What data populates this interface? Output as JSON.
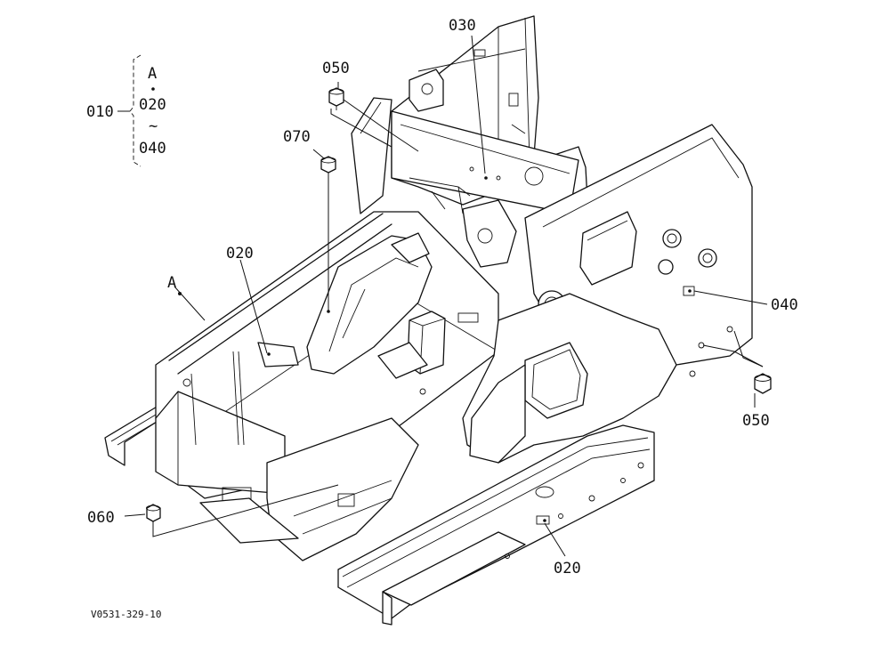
{
  "callouts": {
    "group": {
      "main": "010",
      "items": [
        "A",
        "020",
        "~",
        "040"
      ]
    },
    "label_050_top": "050",
    "label_070": "070",
    "label_030": "030",
    "label_020_left": "020",
    "label_A": "A",
    "label_040": "040",
    "label_050_right": "050",
    "label_060": "060",
    "label_020_bottom": "020"
  },
  "drawing_id": "V0531-329-10"
}
